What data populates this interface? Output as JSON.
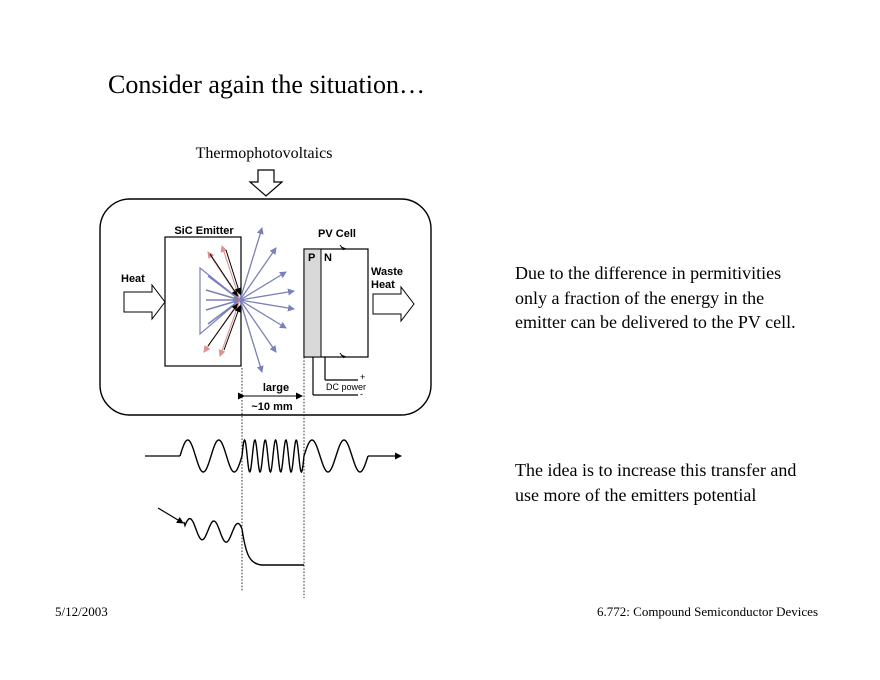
{
  "slide": {
    "title": "Consider again the situation…",
    "paragraph_1": "Due to the difference in permitivities only a fraction of the energy in the emitter can be delivered to the PV cell.",
    "paragraph_2": "The idea is to increase this transfer and use more of the emitters potential"
  },
  "diagram": {
    "top_label": "Thermophotovoltaics",
    "emitter_label": "SiC Emitter",
    "pv_cell_label": "PV Cell",
    "p_label": "P",
    "n_label": "N",
    "heat_label": "Heat",
    "waste_heat_line1": "Waste",
    "waste_heat_line2": "Heat",
    "gap_label": "large",
    "gap_distance": "~10 mm",
    "dc_power_label": "DC power",
    "plus_sign": "+",
    "minus_sign": "-",
    "colors": {
      "emission_arrow": "#7b80b8",
      "reflected_arrow": "#e0908e",
      "pv_shading": "#d9d9d9"
    }
  },
  "footer": {
    "date": "5/12/2003",
    "course": "6.772: Compound Semiconductor Devices"
  }
}
